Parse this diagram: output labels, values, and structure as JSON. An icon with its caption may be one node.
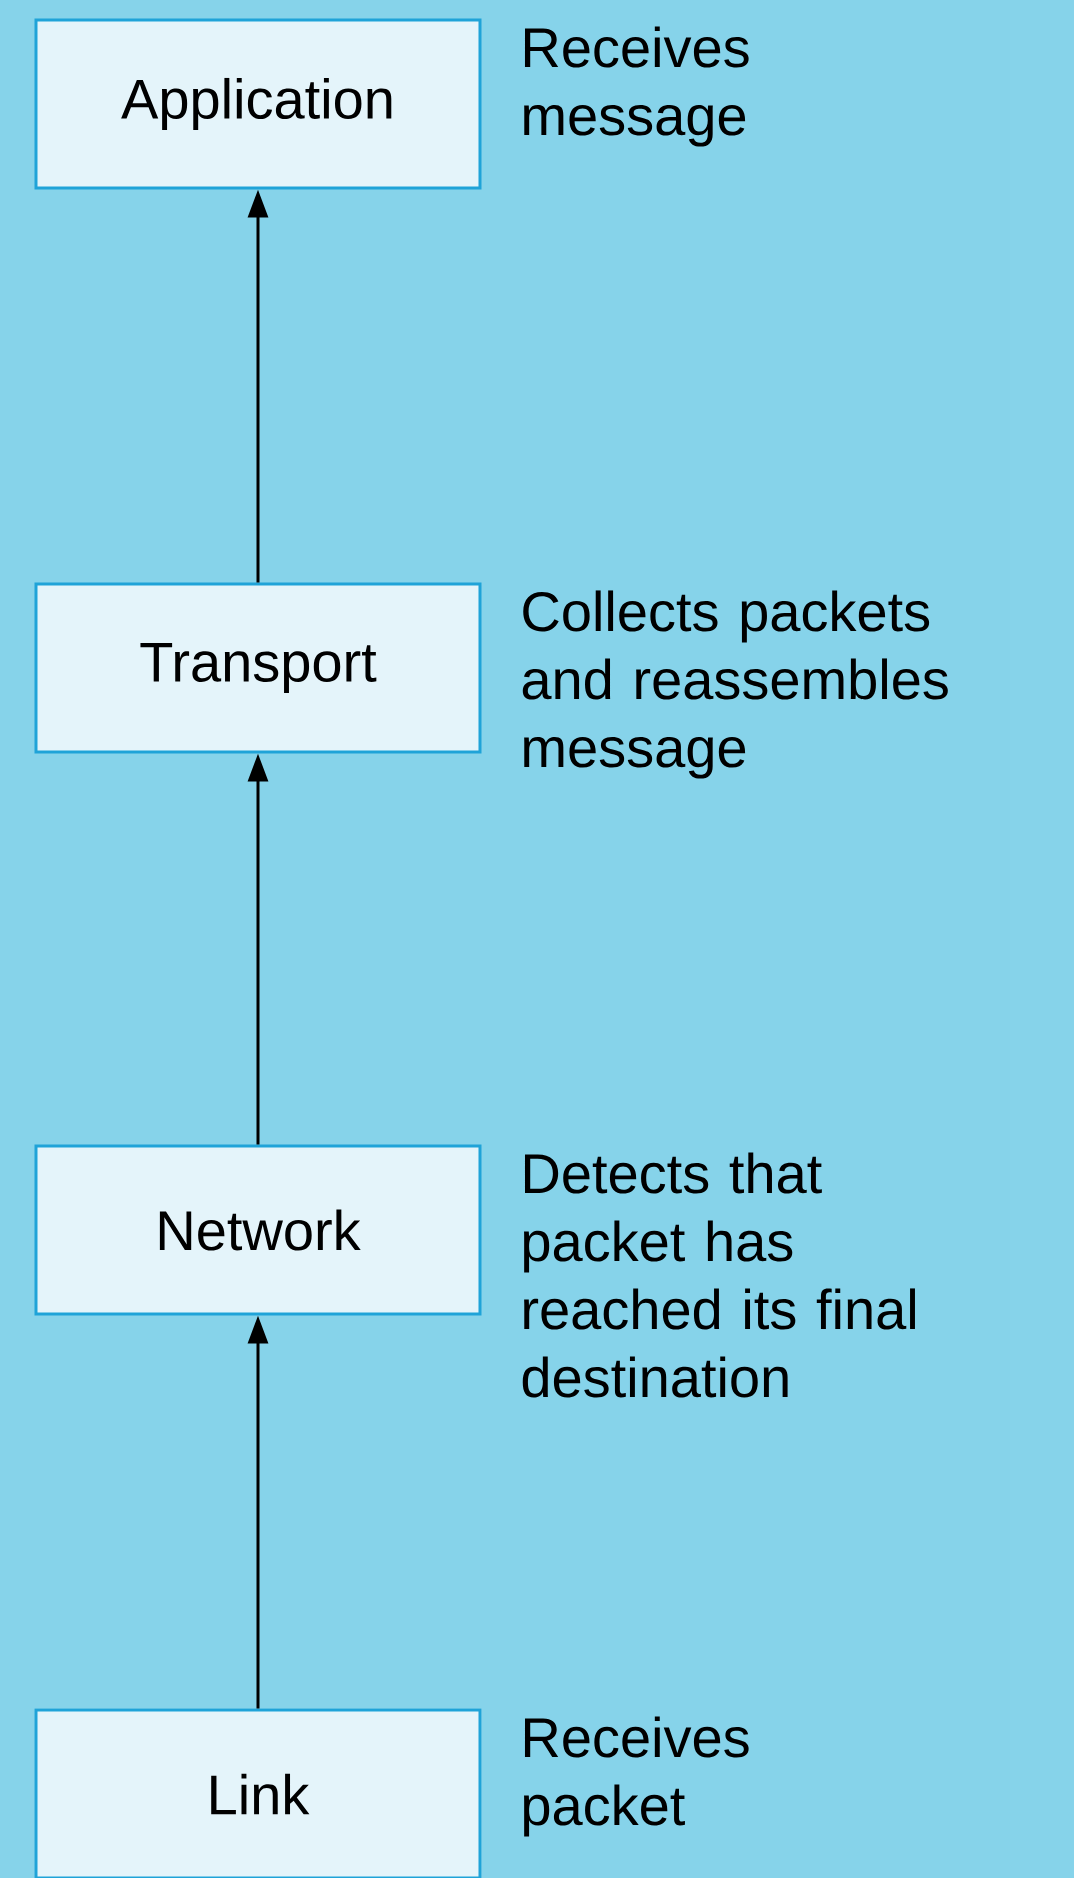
{
  "diagram": {
    "nodes": [
      {
        "text": [
          "Application"
        ],
        "beside": [
          "Receives message"
        ]
      },
      {
        "text": [
          "Transport"
        ],
        "beside": [
          "Collects packets and reassembles message"
        ]
      },
      {
        "text": [
          "Network"
        ],
        "beside": [
          "Detects that packet has reached its final destination"
        ]
      },
      {
        "text": [
          "Link"
        ],
        "beside": [
          "Receives packet"
        ]
      }
    ],
    "edges": [
      {
        "from": 1,
        "to": 0,
        "arrow": "to"
      },
      {
        "from": 2,
        "to": 1,
        "arrow": "to"
      },
      {
        "from": 3,
        "to": 2,
        "arrow": "to"
      }
    ]
  }
}
